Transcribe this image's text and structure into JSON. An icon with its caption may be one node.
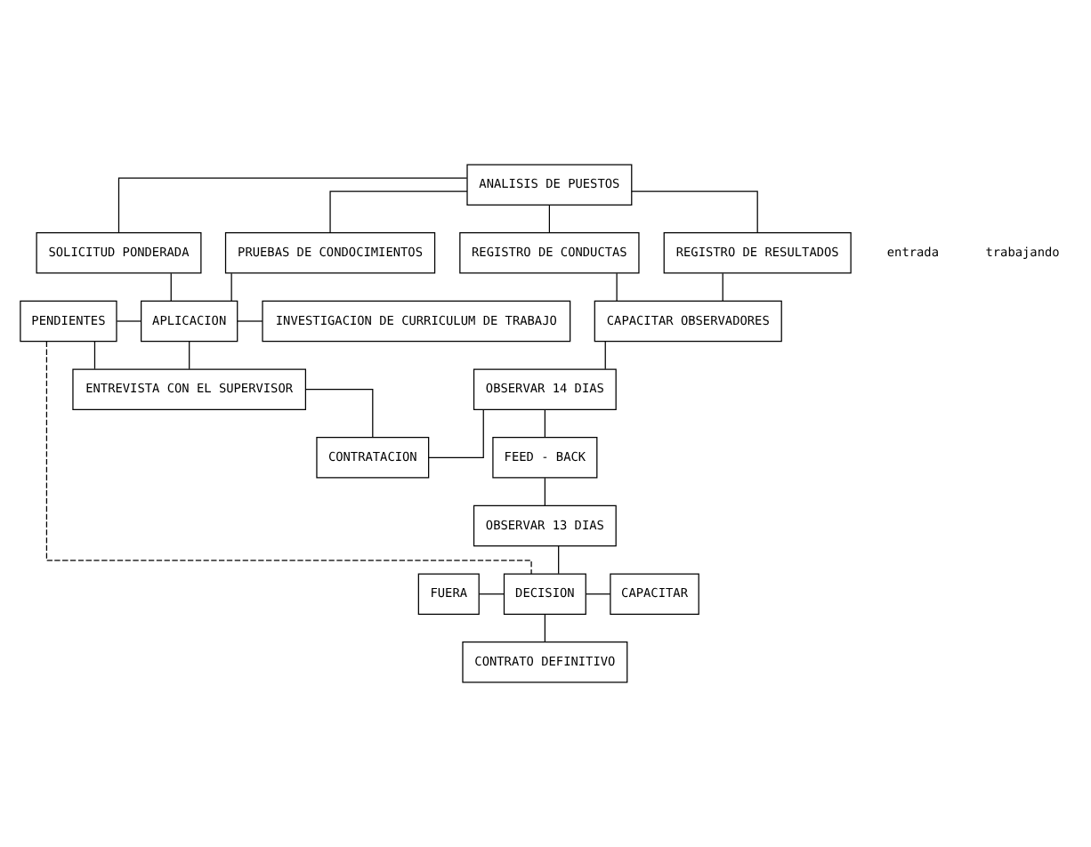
{
  "diagram": {
    "nodes": [
      {
        "text": [
          "ANALISIS DE PUESTOS"
        ]
      },
      {
        "text": [
          "SOLICITUD PONDERADA"
        ]
      },
      {
        "text": [
          "PRUEBAS DE CONDOCIMIENTOS"
        ]
      },
      {
        "text": [
          "REGISTRO DE CONDUCTAS"
        ]
      },
      {
        "text": [
          "REGISTRO DE RESULTADOS"
        ]
      },
      {
        "text": [
          "PENDIENTES"
        ]
      },
      {
        "text": [
          "APLICACION"
        ]
      },
      {
        "text": [
          "INVESTIGACION DE CURRICULUM DE TRABAJO"
        ]
      },
      {
        "text": [
          "CAPACITAR OBSERVADORES"
        ]
      },
      {
        "text": [
          "ENTREVISTA CON EL SUPERVISOR"
        ]
      },
      {
        "text": [
          "CONTRATACION"
        ]
      },
      {
        "text": [
          "OBSERVAR 14 DIAS"
        ]
      },
      {
        "text": [
          "FEED - BACK"
        ]
      },
      {
        "text": [
          "OBSERVAR 13 DIAS"
        ]
      },
      {
        "text": [
          "FUERA"
        ]
      },
      {
        "text": [
          "DECISION"
        ]
      },
      {
        "text": [
          "CAPACITAR"
        ]
      },
      {
        "text": [
          "CONTRATO DEFINITIVO"
        ]
      }
    ],
    "edges": [
      {
        "from": 0,
        "to": 1,
        "arrow": "none"
      },
      {
        "from": 0,
        "to": 2,
        "arrow": "none"
      },
      {
        "from": 0,
        "to": 3,
        "arrow": "none"
      },
      {
        "from": 0,
        "to": 4,
        "arrow": "none"
      },
      {
        "from": 1,
        "to": 6,
        "arrow": "none"
      },
      {
        "from": 2,
        "to": 6,
        "arrow": "none"
      },
      {
        "from": 5,
        "to": 6,
        "arrow": "none"
      },
      {
        "from": 6,
        "to": 7,
        "arrow": "none"
      },
      {
        "from": 3,
        "to": 8,
        "arrow": "none"
      },
      {
        "from": 4,
        "to": 8,
        "arrow": "none"
      },
      {
        "from": 6,
        "to": 9,
        "arrow": "none"
      },
      {
        "from": 5,
        "to": 9,
        "arrow": "none"
      },
      {
        "from": 9,
        "to": 10,
        "arrow": "none"
      },
      {
        "from": 8,
        "to": 11,
        "arrow": "none"
      },
      {
        "from": 10,
        "to": 11,
        "arrow": "none"
      },
      {
        "from": 11,
        "to": 12,
        "arrow": "none"
      },
      {
        "from": 12,
        "to": 13,
        "arrow": "none"
      },
      {
        "from": 13,
        "to": 15,
        "arrow": "none"
      },
      {
        "from": 14,
        "to": 15,
        "arrow": "none"
      },
      {
        "from": 15,
        "to": 16,
        "arrow": "none"
      },
      {
        "from": 15,
        "to": 17,
        "arrow": "none"
      },
      {
        "from": 5,
        "to": 15,
        "arrow": "none",
        "style": "dashed"
      }
    ],
    "labels": [
      "entrada",
      "trabajando"
    ]
  }
}
